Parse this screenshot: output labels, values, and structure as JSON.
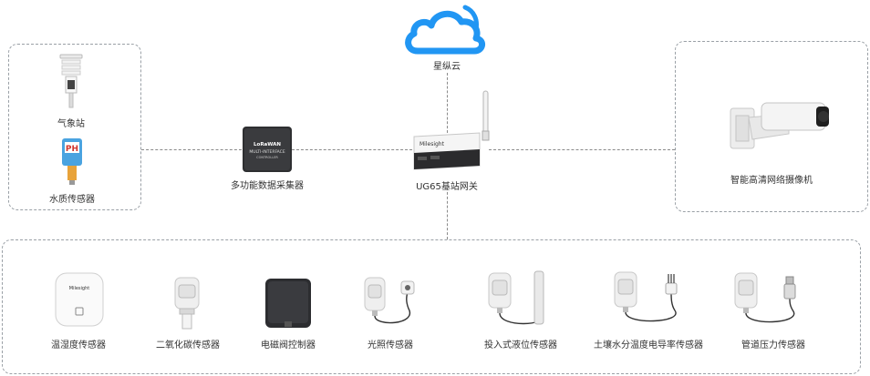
{
  "colors": {
    "cloud": "#2196f3",
    "dash": "#8a8a8a",
    "box_border": "#9aa0a6"
  },
  "cloud": {
    "label": "星纵云",
    "icon": "cloud-icon"
  },
  "gateway": {
    "label": "UG65基站网关",
    "brand": "Milesight"
  },
  "controller": {
    "label": "多功能数据采集器",
    "line1": "LoRaWAN",
    "line2": "MULTI-INTERFACE",
    "line3": "CONTROLLER"
  },
  "left_group": {
    "items": [
      {
        "label": "气象站",
        "icon": "weather-station-icon"
      },
      {
        "label": "水质传感器",
        "icon": "water-quality-sensor-icon",
        "badge": "PH"
      }
    ]
  },
  "right_group": {
    "label": "智能高清网络摄像机",
    "icon": "bullet-camera-icon"
  },
  "bottom_group": {
    "items": [
      {
        "label": "温湿度传感器",
        "icon": "temperature-humidity-sensor-icon"
      },
      {
        "label": "二氧化碳传感器",
        "icon": "co2-sensor-icon"
      },
      {
        "label": "电磁阀控制器",
        "icon": "solenoid-valve-controller-icon"
      },
      {
        "label": "光照传感器",
        "icon": "light-sensor-icon"
      },
      {
        "label": "投入式液位传感器",
        "icon": "liquid-level-sensor-icon"
      },
      {
        "label": "土壤水分温度电导率传感器",
        "icon": "soil-sensor-icon"
      },
      {
        "label": "管道压力传感器",
        "icon": "pipe-pressure-sensor-icon"
      }
    ]
  }
}
